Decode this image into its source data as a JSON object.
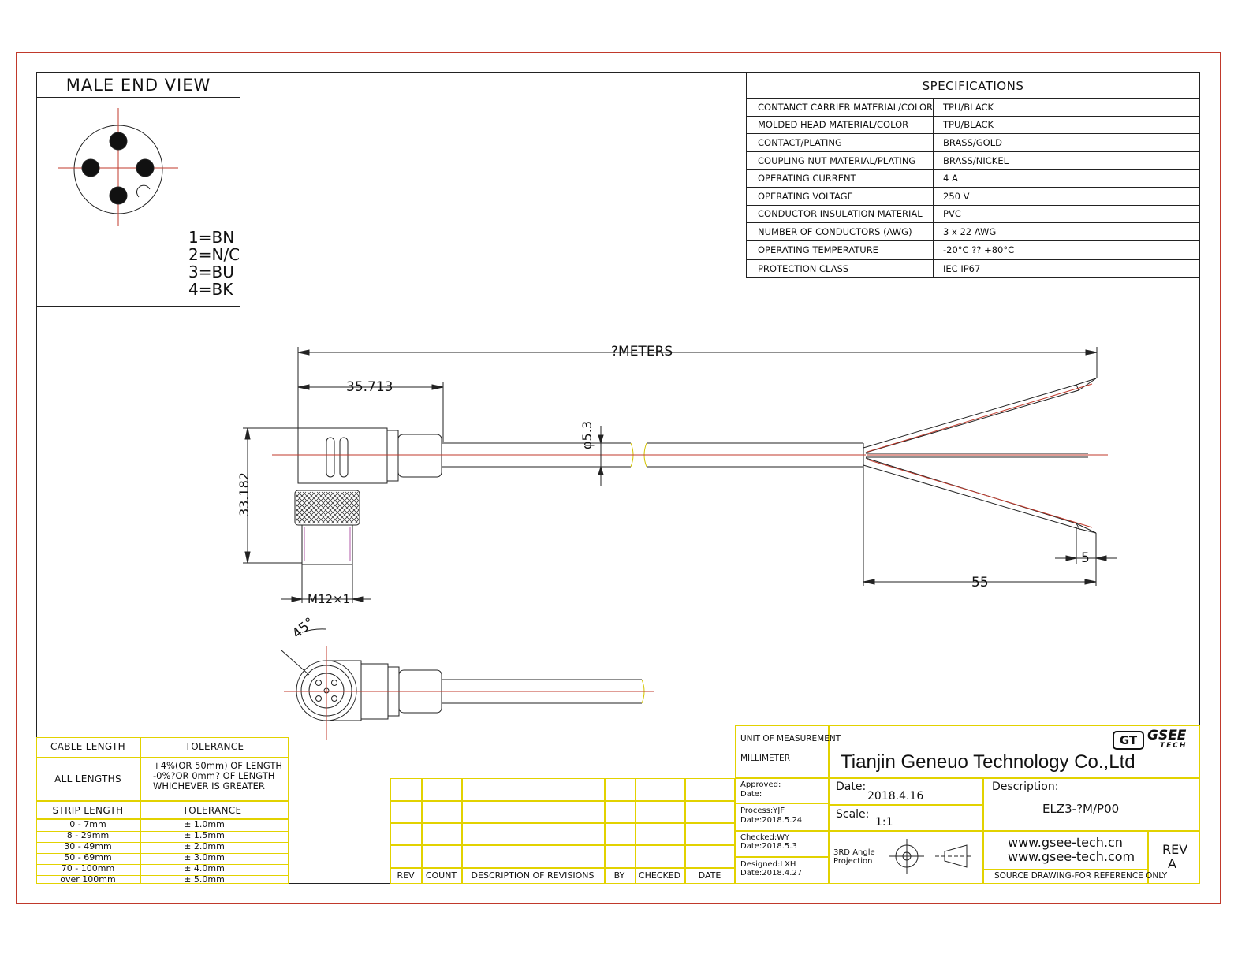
{
  "male_end_view": {
    "title": "MALE END VIEW",
    "pin_map": [
      "1=BN",
      "2=N/C",
      "3=BU",
      "4=BK"
    ]
  },
  "specifications": {
    "title": "SPECIFICATIONS",
    "rows": [
      {
        "label": "CONTANCT CARRIER MATERIAL/COLOR",
        "value": "TPU/BLACK"
      },
      {
        "label": "MOLDED HEAD MATERIAL/COLOR",
        "value": "TPU/BLACK"
      },
      {
        "label": "CONTACT/PLATING",
        "value": "BRASS/GOLD"
      },
      {
        "label": "COUPLING NUT MATERIAL/PLATING",
        "value": "BRASS/NICKEL"
      },
      {
        "label": "OPERATING CURRENT",
        "value": "4 A"
      },
      {
        "label": "OPERATING VOLTAGE",
        "value": "250 V"
      },
      {
        "label": "CONDUCTOR INSULATION MATERIAL",
        "value": "PVC"
      },
      {
        "label": "NUMBER OF CONDUCTORS (AWG)",
        "value": "3 x 22 AWG"
      },
      {
        "label": "OPERATING TEMPERATURE",
        "value": "-20°C ?? +80°C"
      },
      {
        "label": "PROTECTION CLASS",
        "value": "IEC  IP67"
      }
    ]
  },
  "dimensions": {
    "length": "?METERS",
    "head_length": "35.713",
    "cable_dia": "φ5.3",
    "head_height": "33.182",
    "thread": "M12×1",
    "strip_long": "55",
    "strip_short": "5",
    "angle": "45°"
  },
  "tolerance": {
    "cable_length_header": "CABLE LENGTH",
    "tolerance_header": "TOLERANCE",
    "all_lengths": "ALL LENGTHS",
    "all_lengths_tol": [
      "+4%(OR 50mm) OF LENGTH",
      "-0%?OR 0mm? OF LENGTH",
      "WHICHEVER  IS  GREATER"
    ],
    "strip_length_header": "STRIP LENGTH",
    "strip_tolerance_header": "TOLERANCE",
    "strip_rows": [
      {
        "range": "0 - 7mm",
        "tol": "± 1.0mm"
      },
      {
        "range": "8 - 29mm",
        "tol": "± 1.5mm"
      },
      {
        "range": "30 - 49mm",
        "tol": "± 2.0mm"
      },
      {
        "range": "50 - 69mm",
        "tol": "± 3.0mm"
      },
      {
        "range": "70 - 100mm",
        "tol": "± 4.0mm"
      },
      {
        "range": "over 100mm",
        "tol": "± 5.0mm"
      }
    ]
  },
  "revisions": {
    "headers": [
      "REV",
      "COUNT",
      "DESCRIPTION  OF  REVISIONS",
      "BY",
      "CHECKED",
      "DATE"
    ]
  },
  "title_block": {
    "unit_label": "UNIT OF MEASUREMENT",
    "unit_value": "MILLIMETER",
    "company": "Tianjin Geneuo Technology Co.,Ltd",
    "logo_mark": "GT",
    "logo_text": "GSEE",
    "logo_sub": "TECH",
    "approved": [
      "Approved:",
      "Date:"
    ],
    "process": [
      "Process:YJF",
      "Date:2018.5.24"
    ],
    "checked": [
      "Checked:WY",
      "Date:2018.5.3"
    ],
    "designed": [
      "Designed:LXH",
      "Date:2018.4.27"
    ],
    "date_label": "Date:",
    "date_value": "2018.4.16",
    "scale_label": "Scale:",
    "scale_value": "1:1",
    "projection": [
      "3RD Angle",
      "Projection"
    ],
    "description_label": "Description:",
    "description_value": "ELZ3-?M/P00",
    "web1": "www.gsee-tech.cn",
    "web2": "www.gsee-tech.com",
    "rev_label": "REV",
    "rev_value": "A",
    "note": "SOURCE DRAWING-FOR REFERENCE ONLY"
  },
  "colors": {
    "frame": "#c0392b",
    "title_block": "#e2d200",
    "centerline": "#c0392b"
  }
}
